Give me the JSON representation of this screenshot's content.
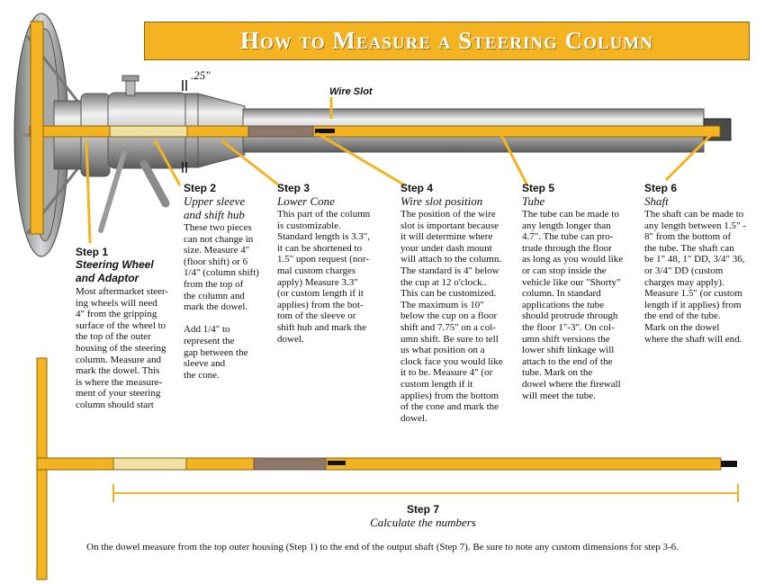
{
  "title": "How to Measure a Steering Column",
  "dimension_label": ".25\"",
  "wire_slot_label": "Wire Slot",
  "steps": [
    {
      "heading": "Step 1",
      "subtitle": "Steering Wheel and Adaptor",
      "subtitle_lines": [
        "Steering Wheel",
        "and Adaptor"
      ],
      "body_lines": [
        "Most aftermarket steer-",
        "ing wheels will need",
        "4\" from the gripping",
        "surface of the wheel to",
        "the top of the outer",
        "housing of the steering",
        "column. Measure and",
        "mark the dowel. This",
        "is where the measure-",
        "ment of your steering",
        "column should start"
      ]
    },
    {
      "heading": "Step 2",
      "subtitle_lines": [
        "Upper sleeve",
        "and shift hub"
      ],
      "body_lines": [
        "These two pieces",
        "can not change in",
        "size.  Measure 4\"",
        "(floor shift) or 6",
        "1/4\" (column shift)",
        "from the top of",
        "the column and",
        "mark the dowel.",
        "",
        "Add 1/4\" to",
        "represent the",
        "gap between the",
        "sleeve and",
        "the cone."
      ]
    },
    {
      "heading": "Step 3",
      "subtitle_lines": [
        "Lower Cone"
      ],
      "body_lines": [
        "This part of the column",
        "is customizable.",
        "Standard length is 3.3\",",
        "it can be shortened to",
        "1.5\" upon request (nor-",
        "mal custom charges",
        "apply)  Measure 3.3\"",
        "(or custom length if it",
        "applies) from the bot-",
        "tom of the sleeve or",
        "shift hub and mark the",
        "dowel."
      ]
    },
    {
      "heading": "Step 4",
      "subtitle_lines": [
        "Wire slot position"
      ],
      "body_lines": [
        "The position of the wire",
        "slot is important because",
        "it will determine where",
        "your under dash mount",
        "will attach to the column.",
        "The standard is 4\" below",
        "the cup at 12 o'clock..",
        "This can be customized.",
        "The maximum is 10\"",
        "below the cup on a floor",
        "shift and 7.75\" on a col-",
        "umn shift.  Be sure to tell",
        "us what position on a",
        "clock face you would like",
        "it to be.  Measure 4\" (or",
        "custom length if it",
        "applies) from the bottom",
        "of the cone and mark the",
        "dowel."
      ]
    },
    {
      "heading": "Step 5",
      "subtitle_lines": [
        "Tube"
      ],
      "body_lines": [
        "The tube can be made to",
        "any length longer than",
        "4.7\".  The tube can pro-",
        "trude through the floor",
        "as long as you would like",
        "or can stop inside the",
        "vehicle like our \"Shorty\"",
        "column.  In standard",
        "applications the tube",
        "should protrude through",
        "the floor 1\"-3\".  On col-",
        "umn shift versions the",
        "lower shift linkage will",
        "attach to the end of the",
        "tube.   Mark on the",
        "dowel where the firewall",
        "will meet the tube."
      ]
    },
    {
      "heading": "Step 6",
      "subtitle_lines": [
        "Shaft"
      ],
      "body_lines": [
        "The shaft can be made to",
        "any length between 1.5\" -",
        "8\" from the bottom of",
        "the tube. The shaft can",
        "be 1\" 48, 1\" DD, 3/4\" 36,",
        "or 3/4\" DD (custom",
        "charges may apply).",
        "Measure 1.5\" (or custom",
        "length if it applies) from",
        "the end of the tube.",
        "Mark on the dowel",
        "where the shaft will end."
      ]
    }
  ],
  "step7": {
    "heading": "Step 7",
    "subtitle": "Calculate the numbers"
  },
  "footer_note": "On the dowel measure from the top outer housing (Step 1) to the end of the output shaft (Step 7). Be sure to note any custom dimensions for step 3-6.",
  "colors": {
    "gold": "#f4b421",
    "gold_dark": "#b8860b",
    "pale_segment": "#efe1a1",
    "brown_segment": "#8f7868",
    "chrome": "#c7c7c7",
    "black": "#111111"
  }
}
